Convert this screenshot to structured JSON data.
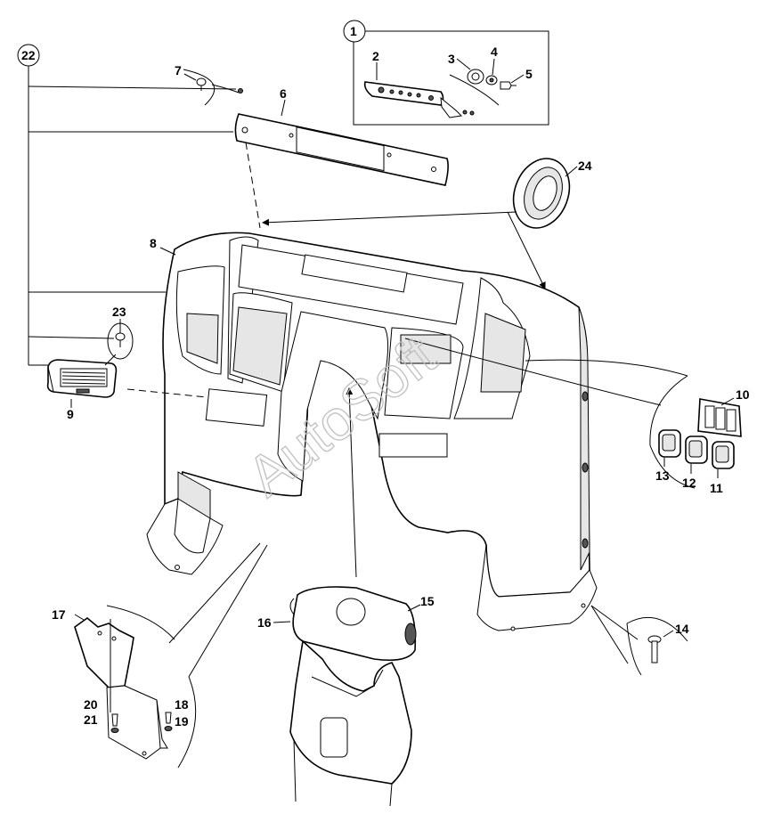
{
  "diagram": {
    "watermark": "AutoSoft",
    "callouts": [
      "1",
      "2",
      "3",
      "4",
      "5",
      "6",
      "7",
      "8",
      "9",
      "10",
      "11",
      "12",
      "13",
      "14",
      "15",
      "16",
      "17",
      "18",
      "19",
      "20",
      "21",
      "22",
      "23",
      "24"
    ]
  }
}
